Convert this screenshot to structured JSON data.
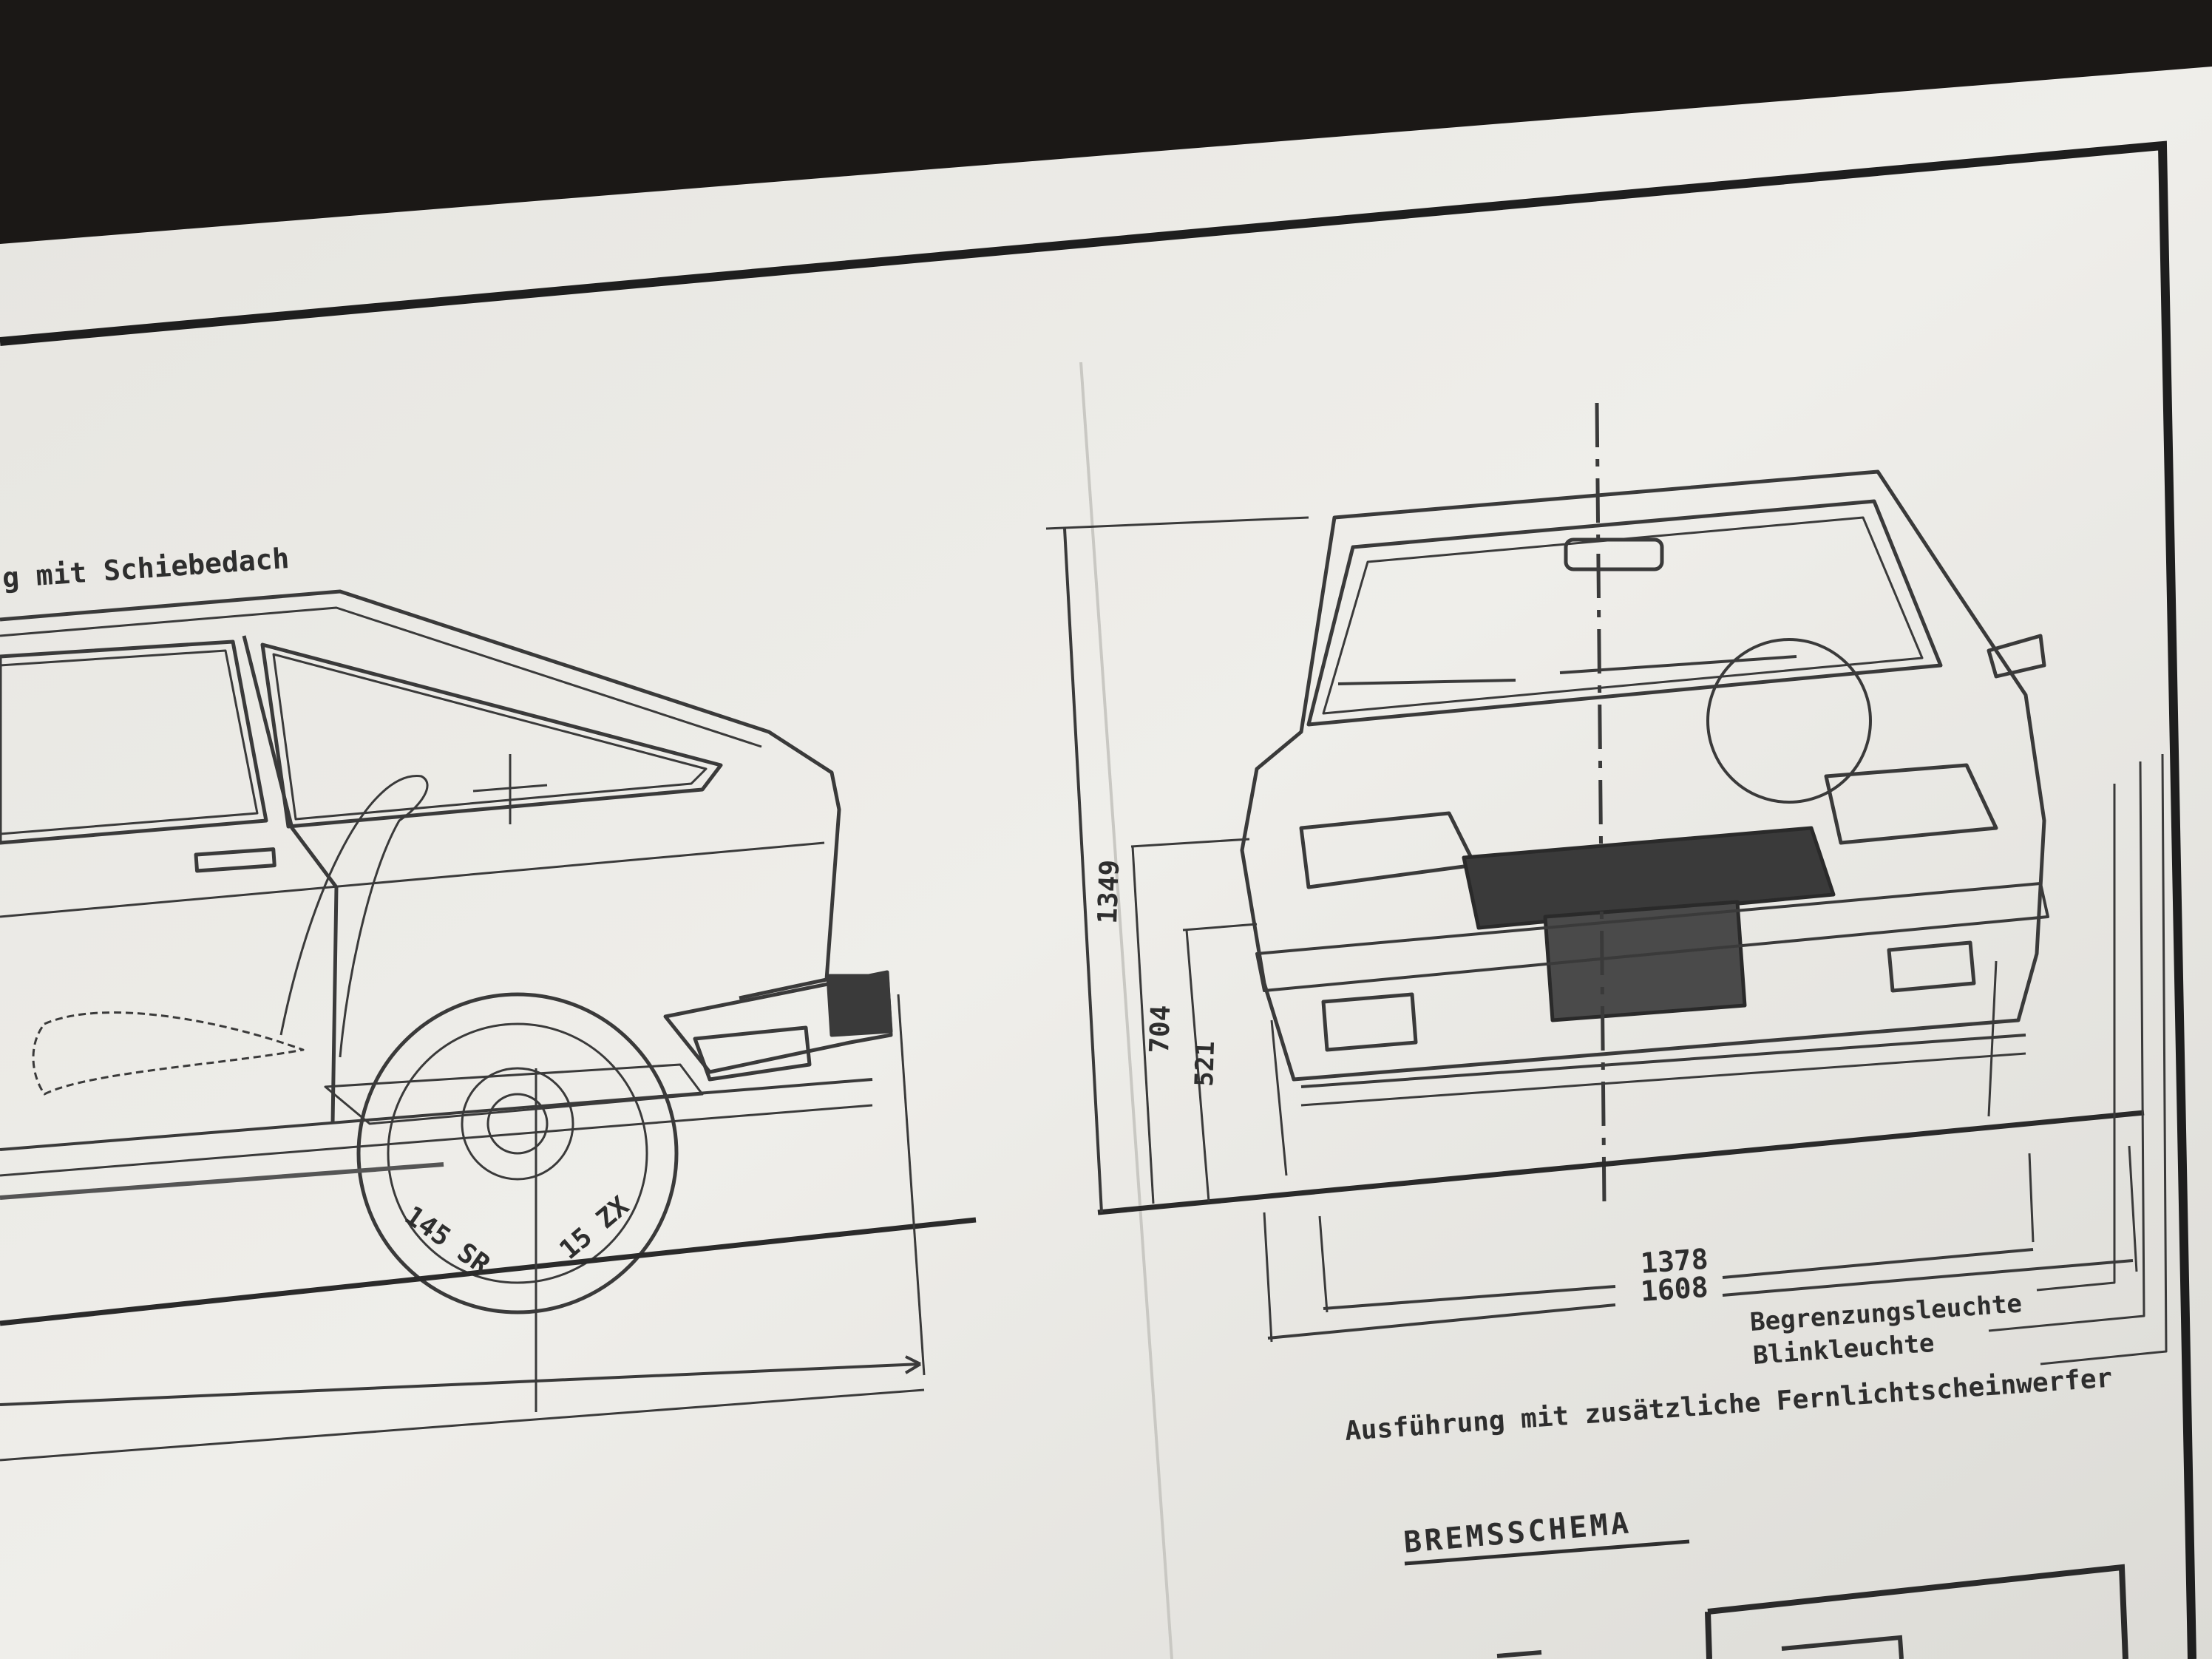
{
  "side_view": {
    "variant_caption": "g mit Schiebedach",
    "tire_size_left": "145 SR",
    "tire_size_right": "15 ZX"
  },
  "front_view": {
    "height_overall": "1349",
    "height_headlamp": "704",
    "height_bumper": "521",
    "track": "1378",
    "width_overall": "1608",
    "callouts": [
      "Begrenzungsleuchte",
      "Blinkleuchte"
    ],
    "caption": "Ausführung mit zusätzliche Fernlichtscheinwerfer"
  },
  "section_heading": "BREMSSCHEMA",
  "colors": {
    "paper": "#ecebe6",
    "ink": "#2e2e2e",
    "background": "#1b1816"
  }
}
